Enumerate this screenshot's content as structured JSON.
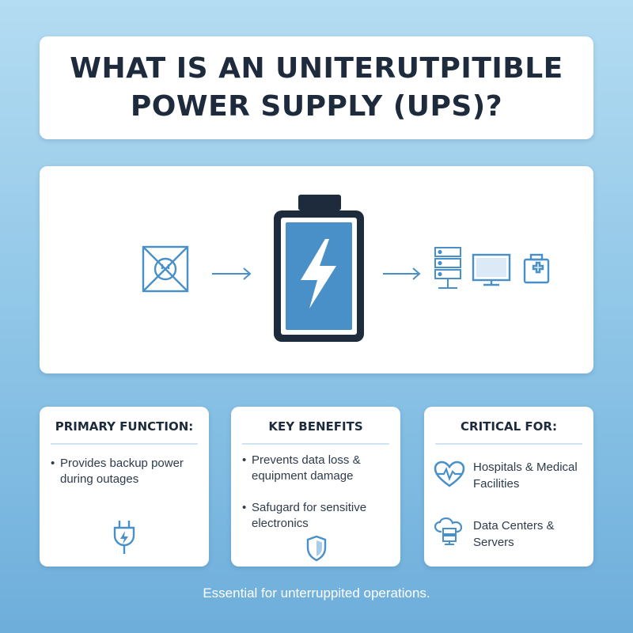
{
  "title": "WHAT IS AN UNITERUTPITIBLE POWER SUPPLY (UPS)?",
  "diagram": {
    "icons": [
      "power-outage-icon",
      "arrow-right-icon",
      "battery-bolt-icon",
      "arrow-right-icon",
      "server-rack-icon",
      "monitor-icon",
      "medical-kit-icon"
    ]
  },
  "cards": {
    "function": {
      "heading": "PRIMARY FUNCTION:",
      "bullets": [
        "Provides backup power during outages"
      ],
      "icon": "power-plug-icon"
    },
    "benefits": {
      "heading": "KEY BENEFITS",
      "bullets": [
        "Prevents data loss & equipment damage",
        "Safugard for sensitive electronics"
      ],
      "icon": "shield-icon"
    },
    "critical": {
      "heading": "CRITICAL FOR:",
      "items": [
        {
          "label": "Hospitals & Medical Facilities",
          "icon": "heart-pulse-icon"
        },
        {
          "label": "Data Centers & Servers",
          "icon": "cloud-server-icon"
        }
      ]
    }
  },
  "footer": "Essential for unterruppited operations.",
  "colors": {
    "accent": "#4a90c8",
    "dark": "#1d2b3c",
    "card": "#ffffff"
  }
}
